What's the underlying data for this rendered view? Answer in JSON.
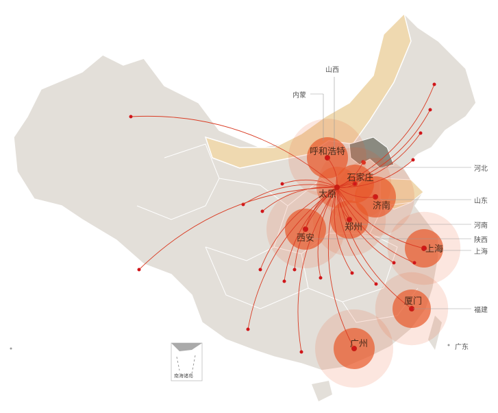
{
  "map": {
    "origin": {
      "name": "太原"
    },
    "cities": [
      {
        "name": "呼和浩特"
      },
      {
        "name": "石家庄"
      },
      {
        "name": "济南"
      },
      {
        "name": "郑州"
      },
      {
        "name": "西安"
      },
      {
        "name": "上海"
      },
      {
        "name": "厦门"
      },
      {
        "name": "广州"
      }
    ],
    "province_labels": [
      "山西",
      "内蒙",
      "河北",
      "山东",
      "河南",
      "陕西",
      "上海",
      "福建",
      "广东"
    ],
    "inset_label": "南海诸岛",
    "colors": {
      "land": "#e3dfd9",
      "border": "#ffffff",
      "highlight": "#efd9b0",
      "hebei": "#8a8a80",
      "bubble": "#e8582a",
      "line": "#d93a22"
    }
  }
}
